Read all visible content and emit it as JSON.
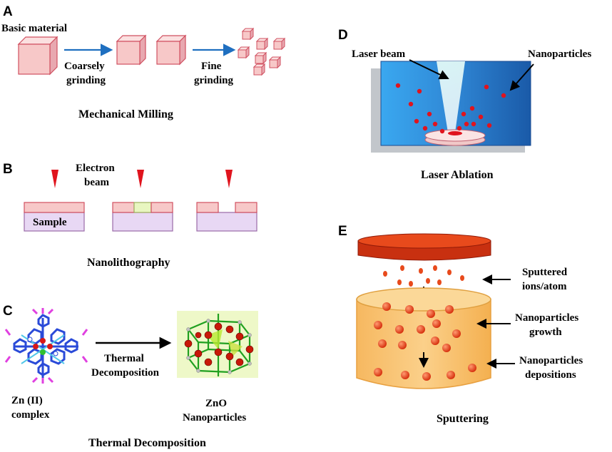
{
  "panels": {
    "A": {
      "letter": "A",
      "basic": "Basic material",
      "coarse1": "Coarsely",
      "coarse2": "grinding",
      "fine1": "Fine",
      "fine2": "grinding",
      "title": "Mechanical Milling"
    },
    "B": {
      "letter": "B",
      "beam1": "Electron",
      "beam2": "beam",
      "sample": "Sample",
      "title": "Nanolithography"
    },
    "C": {
      "letter": "C",
      "arrow1": "Thermal",
      "arrow2": "Decomposition",
      "complex1": "Zn (II)",
      "complex2": "complex",
      "zno1": "ZnO",
      "zno2": "Nanoparticles",
      "title": "Thermal Decomposition"
    },
    "D": {
      "letter": "D",
      "laser": "Laser beam",
      "nano": "Nanoparticles",
      "title": "Laser Ablation"
    },
    "E": {
      "letter": "E",
      "sput1": "Sputtered",
      "sput2": "ions/atom",
      "growth1": "Nanoparticles",
      "growth2": "growth",
      "dep1": "Nanoparticles",
      "dep2": "depositions",
      "title": "Sputtering"
    }
  },
  "colors": {
    "cube_fill": "#f7c8c8",
    "cube_stroke": "#d05060",
    "arrow_blue": "#1f6fc0",
    "beam_red": "#e0141e",
    "substrate": "#e8d8f4",
    "water_blue": "#2f8fd8",
    "target_red": "#e8401c",
    "chamber_orange": "#f8c070",
    "particle": "#e23a10"
  }
}
